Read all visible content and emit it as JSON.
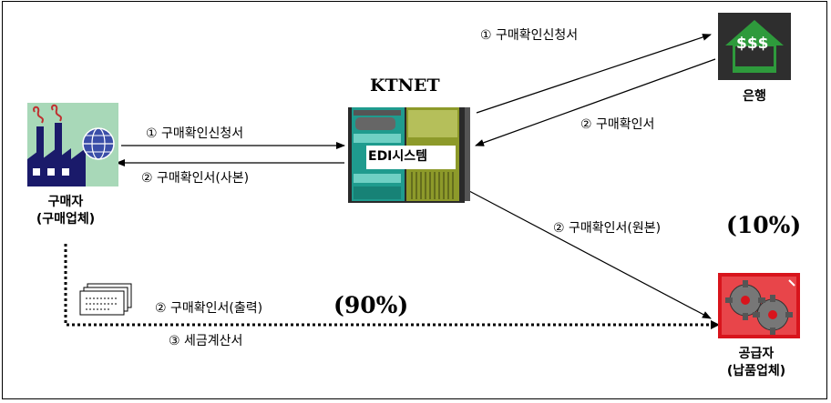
{
  "title": "KTNET",
  "edi_label": "EDI시스템",
  "nodes": {
    "buyer": {
      "line1": "구매자",
      "line2": "(구매업체)"
    },
    "bank": {
      "label": "은행",
      "sign": "$$$"
    },
    "supplier": {
      "line1": "공급자",
      "line2": "(납품업체)"
    }
  },
  "flows": {
    "buyer_to_ktnet": "① 구매확인신청서",
    "ktnet_to_buyer": "② 구매확인서(사본)",
    "ktnet_to_bank": "① 구매확인신청서",
    "bank_to_ktnet": "② 구매확인서",
    "ktnet_to_supplier": "② 구매확인서(원본)",
    "buyer_to_supplier_print": "② 구매확인서(출력)",
    "tax_invoice": "③ 세금계산서"
  },
  "percentages": {
    "electronic": "(10%)",
    "printed": "(90%)"
  },
  "colors": {
    "line": "#000000",
    "bank_green": "#2e9a3c",
    "supplier_red": "#d8141c",
    "server_teal": "#1f9b8e",
    "server_olive": "#8d9a2a"
  }
}
